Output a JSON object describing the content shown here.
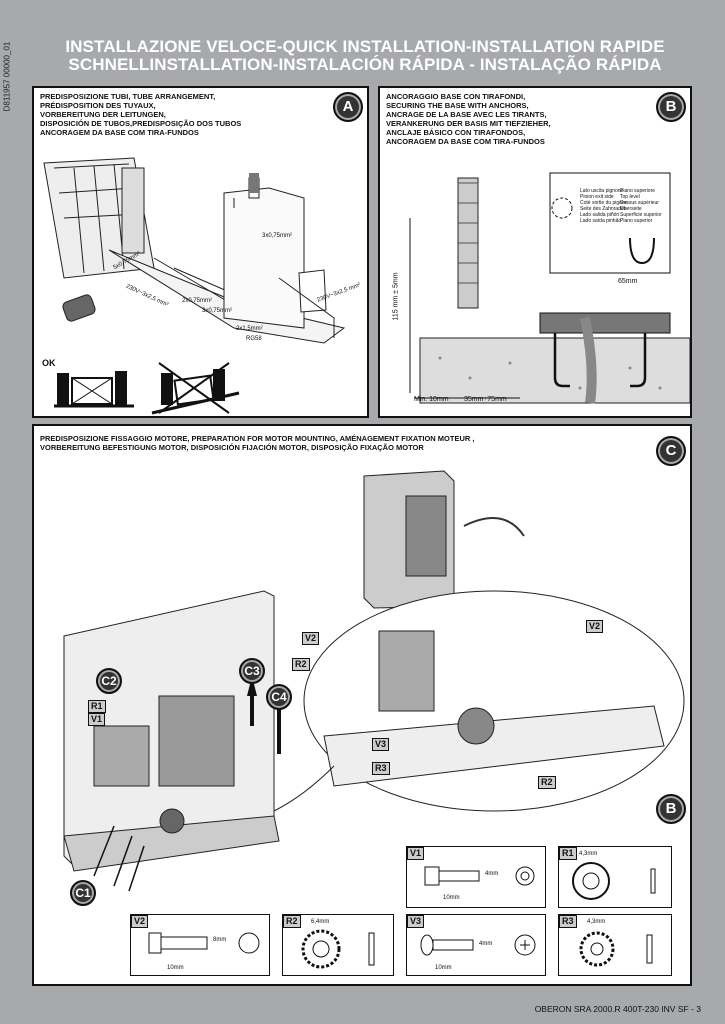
{
  "doc_code": "D811957 00000_01",
  "header": {
    "line1": "INSTALLAZIONE VELOCE-QUICK INSTALLATION-INSTALLATION RAPIDE",
    "line2": "SCHNELLINSTALLATION-INSTALACIÓN RÁPIDA - INSTALAÇÃO RÁPIDA"
  },
  "panel_a": {
    "badge": "A",
    "lines": [
      "PREDISPOSIZIONE TUBI, TUBE ARRANGEMENT,",
      "PRÉDISPOSITION DES TUYAUX,",
      "VORBEREITUNG DER LEITUNGEN,",
      "DISPOSICIÓN DE TUBOS,PREDISPOSIÇÃO DOS TUBOS",
      "ANCORAGEM DA BASE COM TIRA-FUNDOS"
    ],
    "labels": {
      "c1": "3x0,75mm²",
      "c2": "5x0,75mm²",
      "c3": "230V~3x2,5 mm²",
      "c4": "2x0,75mm²",
      "c5": "3x0,75mm²",
      "c6": "230V~3x2,5 mm²",
      "c7": "2x1,5mm²",
      "c8": "RG58"
    },
    "ok": "OK"
  },
  "panel_b": {
    "badge": "B",
    "lines": [
      "ANCORAGGIO BASE CON TIRAFONDI,",
      "SECURING THE BASE WITH ANCHORS,",
      "ANCRAGE DE LA BASE AVEC LES TIRANTS,",
      "VERANKERUNG DER BASIS MIT TIEFZIEHER,",
      "ANCLAJE BÁSICO CON TIRAFONDOS,",
      "ANCORAGEM DA BASE COM TIRA-FUNDOS"
    ],
    "dim_height": "115 mm ± 5mm",
    "dim_min": "Min. 10mm",
    "dim_range": "35mm÷75mm",
    "dim_65": "65mm",
    "legend1": [
      "Lato uscita pignone",
      "Pinion exit side",
      "Coté sortie du pignon",
      "Seite des Zahnrades",
      "Lado salida piñón",
      "Lado saída pinhão"
    ],
    "legend2": [
      "Piano superiore",
      "Top level",
      "Dessus supérieur",
      "Oberseite",
      "Superficie superior",
      "Plano superior"
    ]
  },
  "panel_c": {
    "badge": "C",
    "lines": [
      "PREDISPOSIZIONE FISSAGGIO MOTORE, PREPARATION FOR MOTOR MOUNTING, AMÉNAGEMENT FIXATION MOTEUR ,",
      "VORBEREITUNG BEFESTIGUNG MOTOR,  DISPOSICIÓN FIJACIÓN MOTOR,  DISPOSIÇÃO FIXAÇÃO MOTOR"
    ],
    "badge_b": "B",
    "steps": {
      "c1": "C1",
      "c2": "C2",
      "c3": "C3",
      "c4": "C4"
    },
    "tags": {
      "r1": "R1",
      "v1": "V1",
      "v2a": "V2",
      "r2a": "R2",
      "v3": "V3",
      "r3": "R3",
      "r2b": "R2",
      "v2b": "V2"
    }
  },
  "hardware": [
    {
      "id": "V1",
      "d1": "4mm",
      "d2": "10mm"
    },
    {
      "id": "R1",
      "d1": "4,3mm"
    },
    {
      "id": "V2",
      "d1": "8mm",
      "d2": "10mm"
    },
    {
      "id": "R2",
      "d1": "6,4mm"
    },
    {
      "id": "V3",
      "d1": "4mm",
      "d2": "10mm"
    },
    {
      "id": "R3",
      "d1": "4,3mm"
    }
  ],
  "footer": {
    "model": "OBERON SRA 2000.R 400T-230 INV SF",
    "page": "3"
  }
}
